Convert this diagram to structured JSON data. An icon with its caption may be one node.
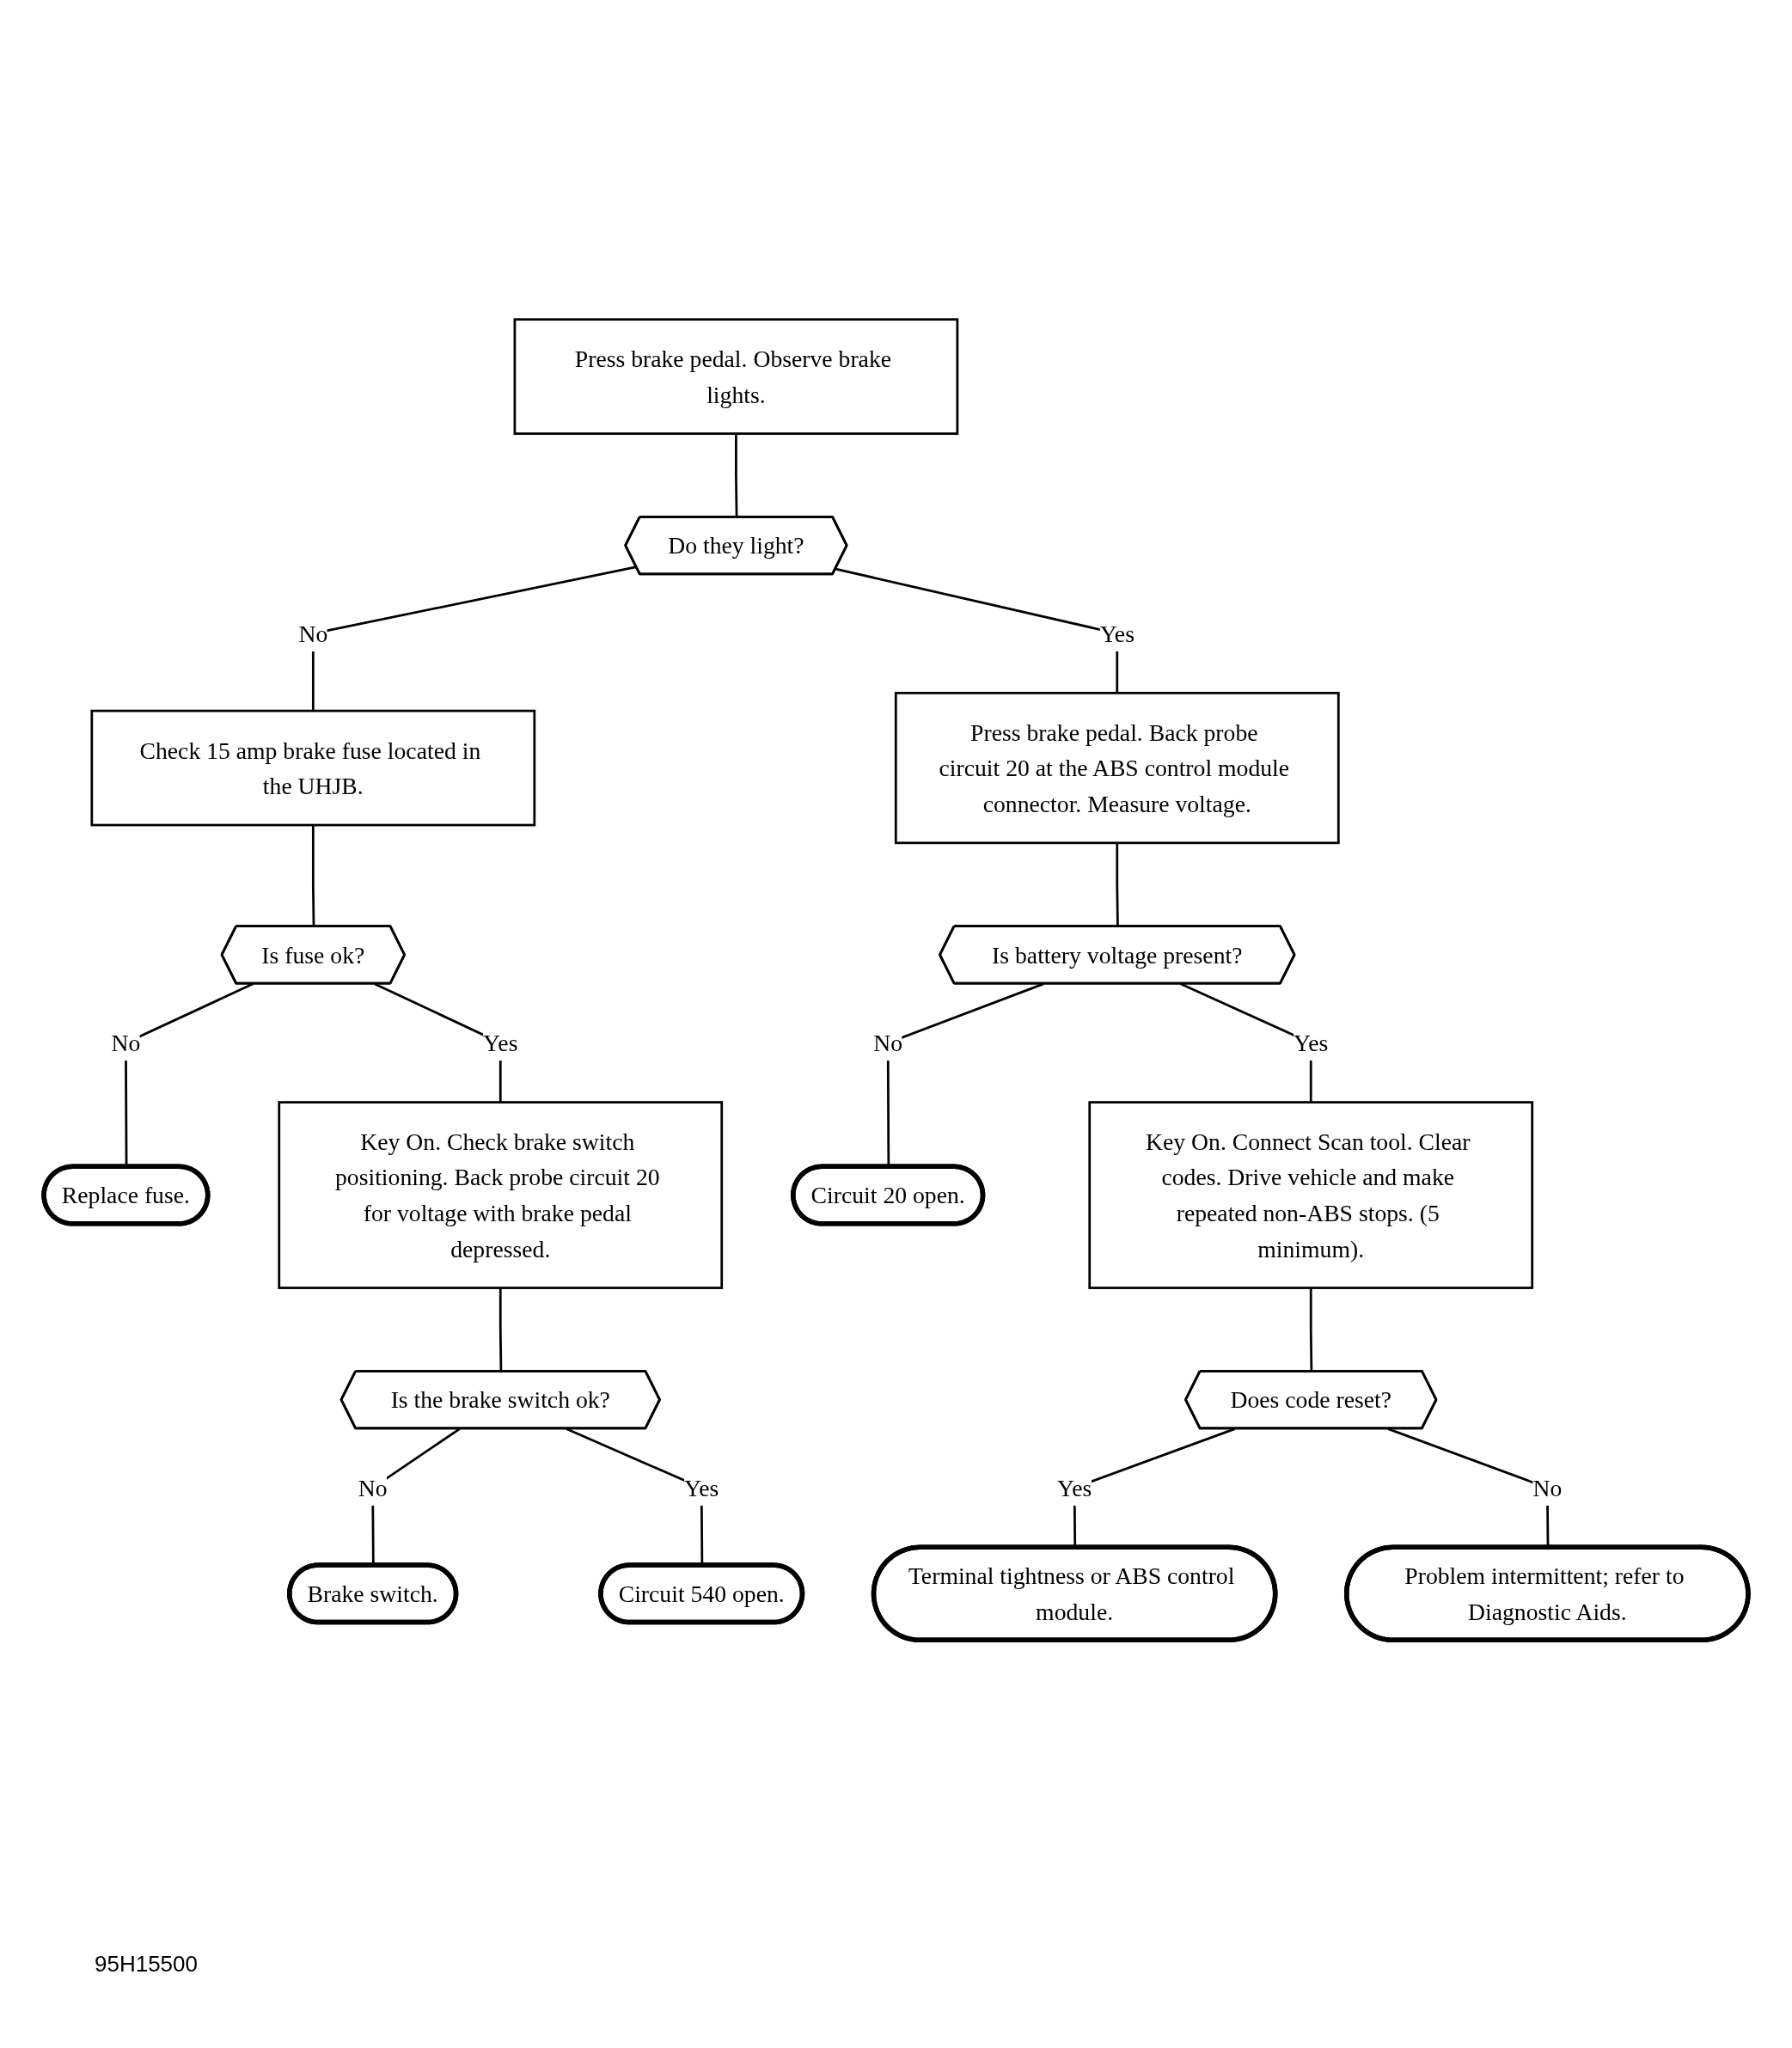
{
  "diagram": {
    "nodes": [
      {
        "text": [
          "Press brake pedal. Observe brake lights."
        ]
      },
      {
        "text": [
          "Do they light?"
        ]
      },
      {
        "text": [
          "Check 15 amp brake fuse located in the UHJB."
        ]
      },
      {
        "text": [
          "Is fuse ok?"
        ]
      },
      {
        "text": [
          "Replace fuse."
        ]
      },
      {
        "text": [
          "Press brake pedal. Back probe circuit 20 at the ABS control module connector. Measure voltage."
        ]
      },
      {
        "text": [
          "Key On. Check brake switch positioning. Back probe circuit 20 for voltage with brake pedal depressed."
        ]
      },
      {
        "text": [
          "Is battery voltage present?"
        ]
      },
      {
        "text": [
          "Circuit 20 open."
        ]
      },
      {
        "text": [
          "Is the brake switch ok?"
        ]
      },
      {
        "text": [
          "Brake switch."
        ]
      },
      {
        "text": [
          "Key On. Connect Scan tool. Clear codes. Drive vehicle and make repeated non-ABS stops. (5 minimum)."
        ]
      },
      {
        "text": [
          "Circuit 540 open."
        ]
      },
      {
        "text": [
          "Does code reset?"
        ]
      },
      {
        "text": [
          "Terminal tightness or ABS control module."
        ]
      },
      {
        "text": [
          "Problem intermittent; refer to Diagnostic Aids."
        ]
      }
    ],
    "edges": [
      {
        "from": 0,
        "to": 1,
        "arrow": "none"
      },
      {
        "from": 1,
        "to": 2,
        "arrow": "none",
        "label": "No"
      },
      {
        "from": 1,
        "to": 5,
        "arrow": "none",
        "label": "Yes"
      },
      {
        "from": 2,
        "to": 3,
        "arrow": "none"
      },
      {
        "from": 3,
        "to": 4,
        "arrow": "none",
        "label": "No"
      },
      {
        "from": 3,
        "to": 6,
        "arrow": "none",
        "label": "Yes"
      },
      {
        "from": 5,
        "to": 7,
        "arrow": "none"
      },
      {
        "from": 7,
        "to": 8,
        "arrow": "none",
        "label": "No"
      },
      {
        "from": 7,
        "to": 11,
        "arrow": "none",
        "label": "Yes"
      },
      {
        "from": 6,
        "to": 9,
        "arrow": "none"
      },
      {
        "from": 9,
        "to": 10,
        "arrow": "none",
        "label": "No"
      },
      {
        "from": 9,
        "to": 12,
        "arrow": "none",
        "label": "Yes"
      },
      {
        "from": 11,
        "to": 13,
        "arrow": "none"
      },
      {
        "from": 13,
        "to": 14,
        "arrow": "none",
        "label": "Yes"
      },
      {
        "from": 13,
        "to": 15,
        "arrow": "none",
        "label": "No"
      }
    ],
    "labels": [
      "95H15500"
    ]
  }
}
